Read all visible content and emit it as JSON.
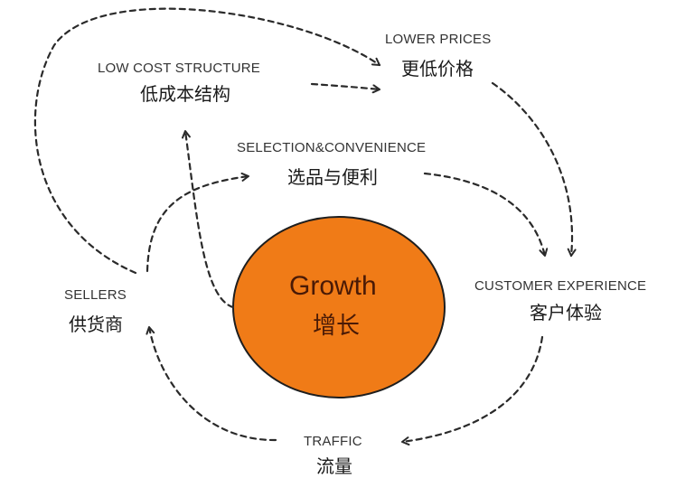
{
  "center": {
    "en": "Growth",
    "zh": "增长"
  },
  "nodes": {
    "low_cost": {
      "en": "LOW COST STRUCTURE",
      "zh": "低成本结构"
    },
    "lower_prices": {
      "en": "LOWER PRICES",
      "zh": "更低价格"
    },
    "selection": {
      "en": "SELECTION&CONVENIENCE",
      "zh": "选品与便利"
    },
    "customer_experience": {
      "en": "CUSTOMER EXPERIENCE",
      "zh": "客户体验"
    },
    "sellers": {
      "en": "SELLERS",
      "zh": "供货商"
    },
    "traffic": {
      "en": "TRAFFIC",
      "zh": "流量"
    }
  },
  "colors": {
    "circle_fill": "#f07b17",
    "circle_stroke": "#1e1e1e",
    "arrow": "#2a2a2a"
  }
}
